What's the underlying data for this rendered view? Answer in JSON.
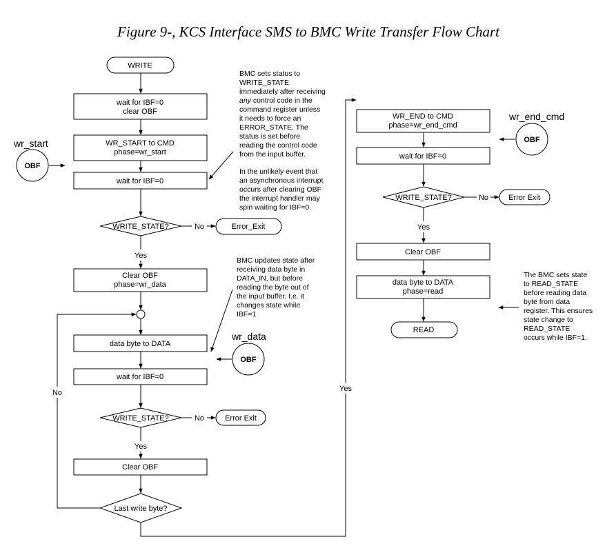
{
  "title": "Figure 9-, KCS Interface SMS to BMC Write Transfer Flow Chart",
  "terminals": {
    "write": "WRITE",
    "error_exit_1": "Error_Exit",
    "error_exit_2": "Error Exit",
    "error_exit_3": "Error Exit",
    "read": "READ"
  },
  "steps": {
    "wait_clear_1": "wait for IBF=0",
    "wait_clear_2": "clear OBF",
    "wr_start_1": "WR_START to CMD",
    "wr_start_2": "phase=wr_start",
    "wait_ibf_1": "wait for IBF=0",
    "clear_obf_data_1": "Clear OBF",
    "clear_obf_data_2": "phase=wr_data",
    "data_byte_1": "data byte to DATA",
    "wait_ibf_2": "wait for IBF=0",
    "clear_obf_2": "Clear OBF",
    "wr_end_1": "WR_END to CMD",
    "wr_end_2": "phase=wr_end_cmd",
    "wait_ibf_3": "wait for IBF=0",
    "clear_obf_3": "Clear OBF",
    "data_byte_read_1": "data byte to DATA",
    "data_byte_read_2": "phase=read"
  },
  "decisions": {
    "write_state_1": "WRITE_STATE?",
    "write_state_2": "WRITE_STATE?",
    "last_write": "Last write byte?",
    "write_state_3": "WRITE_STATE?"
  },
  "edge_labels": {
    "no_1": "No",
    "yes_1": "Yes",
    "no_2": "No",
    "yes_2": "Yes",
    "no_loop": "No",
    "yes_exit": "Yes",
    "no_3": "No",
    "yes_3": "Yes"
  },
  "obf": {
    "wr_start_label": "wr_start",
    "wr_data_label": "wr_data",
    "wr_end_cmd_label": "wr_end_cmd",
    "circle_text": "OBF"
  },
  "notes": {
    "note1": [
      "BMC sets status to",
      "WRITE_STATE",
      "immediately after receiving",
      "any control code in the",
      "command register unless",
      "it needs to force an",
      "ERROR_STATE. The",
      "status is set before",
      "reading the control code",
      "from the input buffer."
    ],
    "note1_any": "any",
    "note1_line4_rest": " control code in the",
    "note2": [
      "In the unlikely event that",
      "an asynchronous interrupt",
      "occurs after clearing OBF",
      "the interrupt handler may",
      "spin waiting for IBF=0."
    ],
    "note3": [
      "BMC updates state after",
      "receiving data byte in",
      "DATA_IN, but before",
      "reading the byte out of",
      "the input buffer. I.e. it",
      "changes state while",
      "IBF=1"
    ],
    "note4": [
      "The BMC sets state",
      "to READ_STATE",
      "before reading data",
      "byte from data",
      "register. This ensures",
      "state change to",
      "READ_STATE",
      "occurs while IBF=1."
    ]
  }
}
